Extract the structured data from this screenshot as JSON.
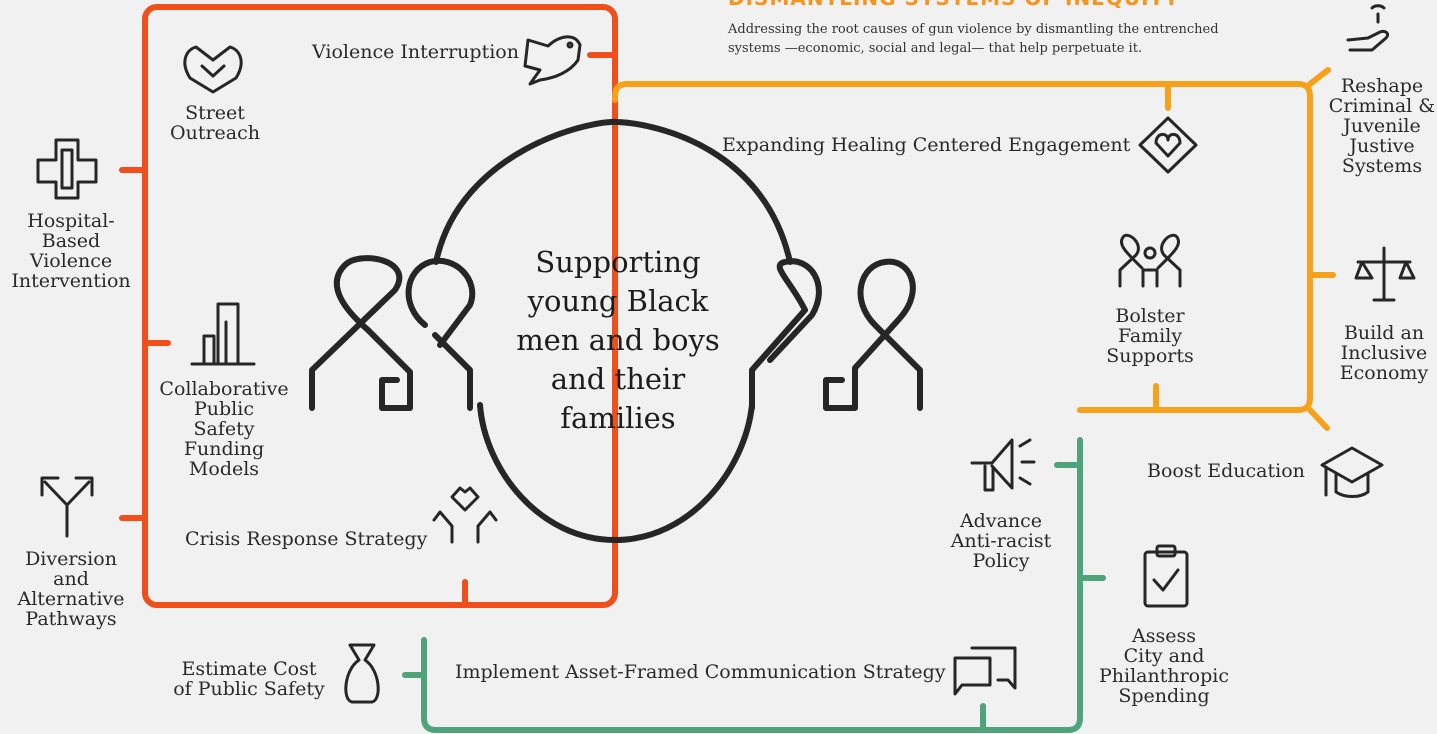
{
  "header": {
    "title": "DISMANTLING SYSTEMS OF INEQUITY",
    "subtitle": "Addressing the root causes of gun violence by dismantling the entrenched systems —economic, social and legal— that help perpetuate it."
  },
  "center": {
    "text": "Supporting young Black men and boys and their families"
  },
  "nodes": {
    "street_outreach": "Street\nOutreach",
    "violence_interruption": "Violence Interruption",
    "hospital_based": "Hospital-\nBased\nViolence\nIntervention",
    "collaborative": "Collaborative\nPublic\nSafety\nFunding\nModels",
    "diversion": "Diversion\nand\nAlternative\nPathways",
    "crisis_response": "Crisis Response Strategy",
    "estimate_cost": "Estimate Cost\nof Public Safety",
    "asset_framed": "Implement Asset-Framed Communication Strategy",
    "anti_racist": "Advance\nAnti-racist\nPolicy",
    "assess_spending": "Assess\nCity and\nPhilanthropic\nSpending",
    "boost_education": "Boost Education",
    "bolster_family": "Bolster\nFamily\nSupports",
    "healing_centered": "Expanding Healing Centered Engagement",
    "reshape_justice": "Reshape\nCriminal &\nJuvenile\nJustive\nSystems",
    "inclusive_economy": "Build an\nInclusive\nEconomy"
  },
  "colors": {
    "red": "#f04e1a",
    "orange": "#f7a11a",
    "green": "#4fa37a",
    "dark": "#262626",
    "background": "#f1f1f1"
  }
}
